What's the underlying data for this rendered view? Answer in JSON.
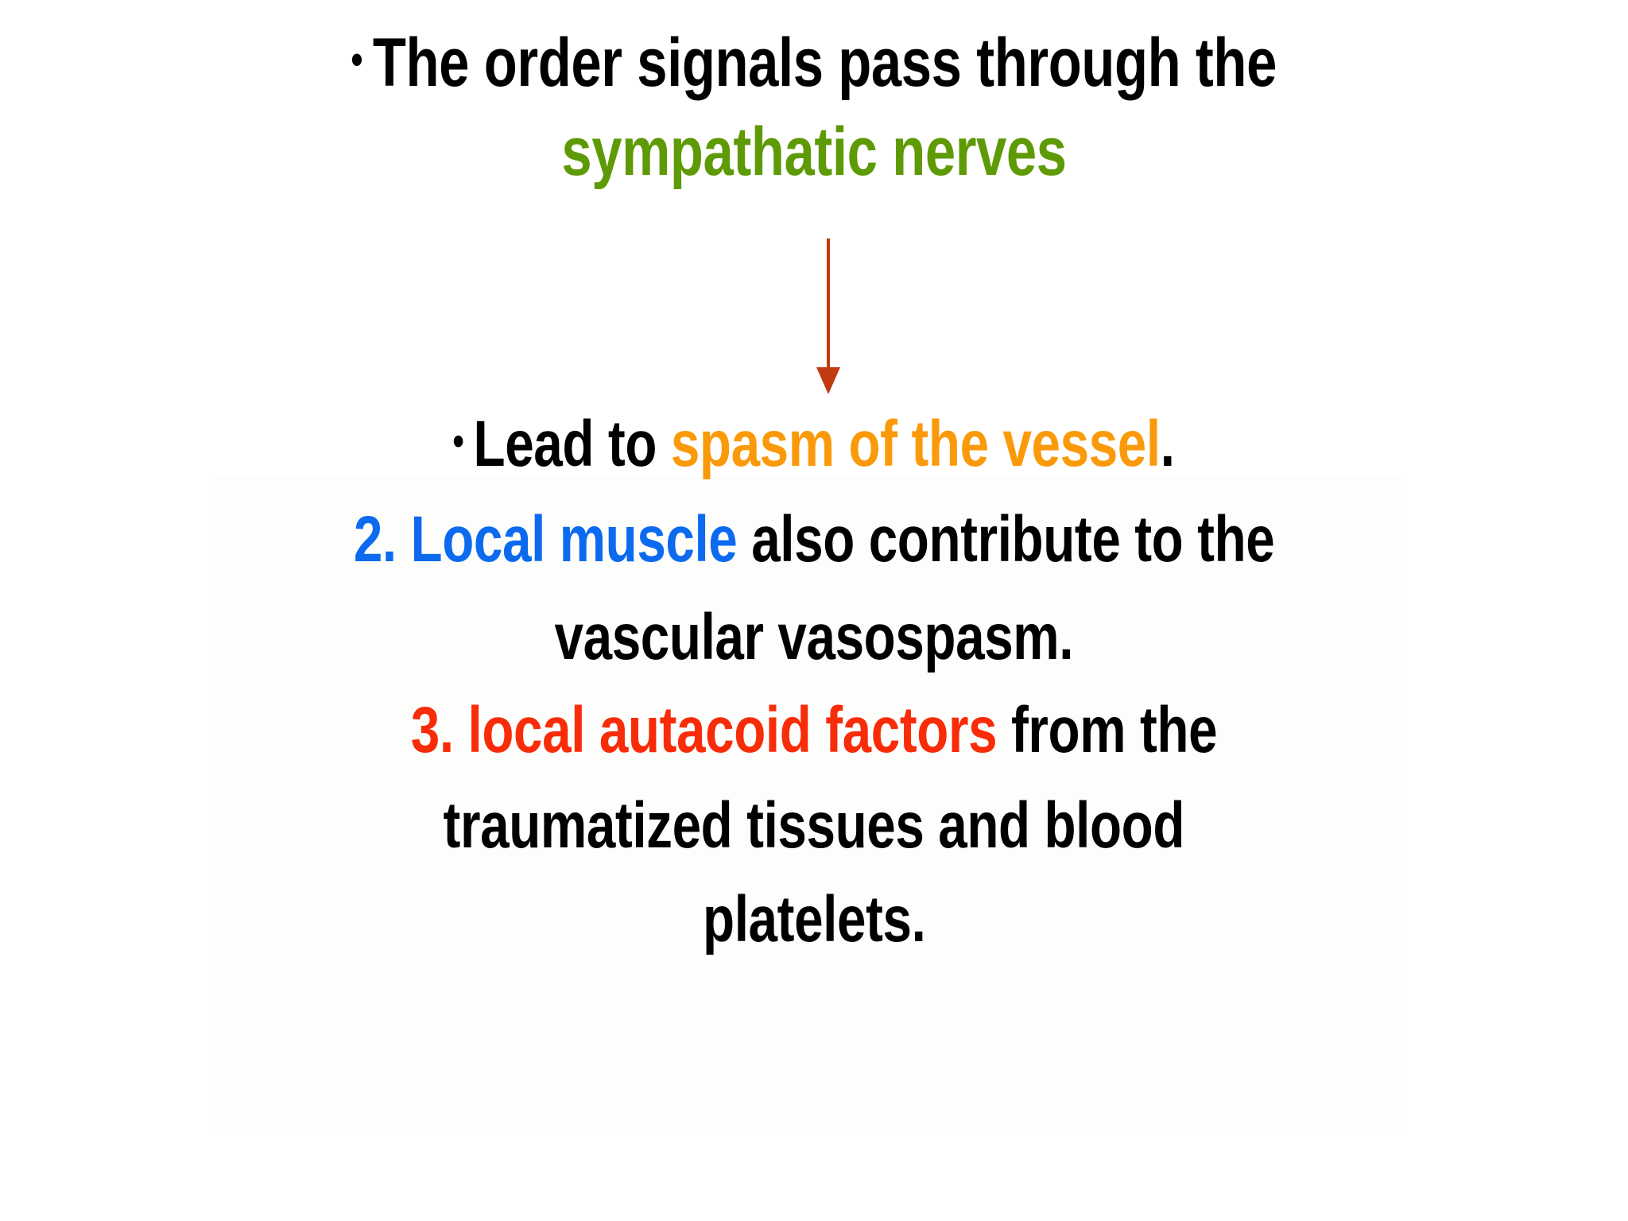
{
  "slide": {
    "background_color": "#ffffff",
    "colors": {
      "text": "#000000",
      "green": "#5e9a05",
      "orange": "#fa9a0b",
      "blue": "#0c6aef",
      "red": "#f82c08",
      "arrow": "#c03a12"
    },
    "bullet_glyph": "•",
    "lines": {
      "l1_bullet": "•",
      "l1_text": "The order signals pass through the",
      "l2_green": "sympathatic nerves",
      "l3_bullet": "•",
      "l3_prefix": "Lead to ",
      "l3_orange": "spasm of the vessel",
      "l3_suffix": ".",
      "l4_blue": "2. Local muscle",
      "l4_rest": " also contribute to the",
      "l5_text": "vascular vasospasm.",
      "l6_red": "3. local autacoid factors",
      "l6_rest": " from the",
      "l7_text": "traumatized tissues and blood",
      "l8_text": "platelets."
    },
    "arrow": {
      "name": "downward-arrow",
      "direction": "down",
      "color": "#c03a12"
    }
  }
}
